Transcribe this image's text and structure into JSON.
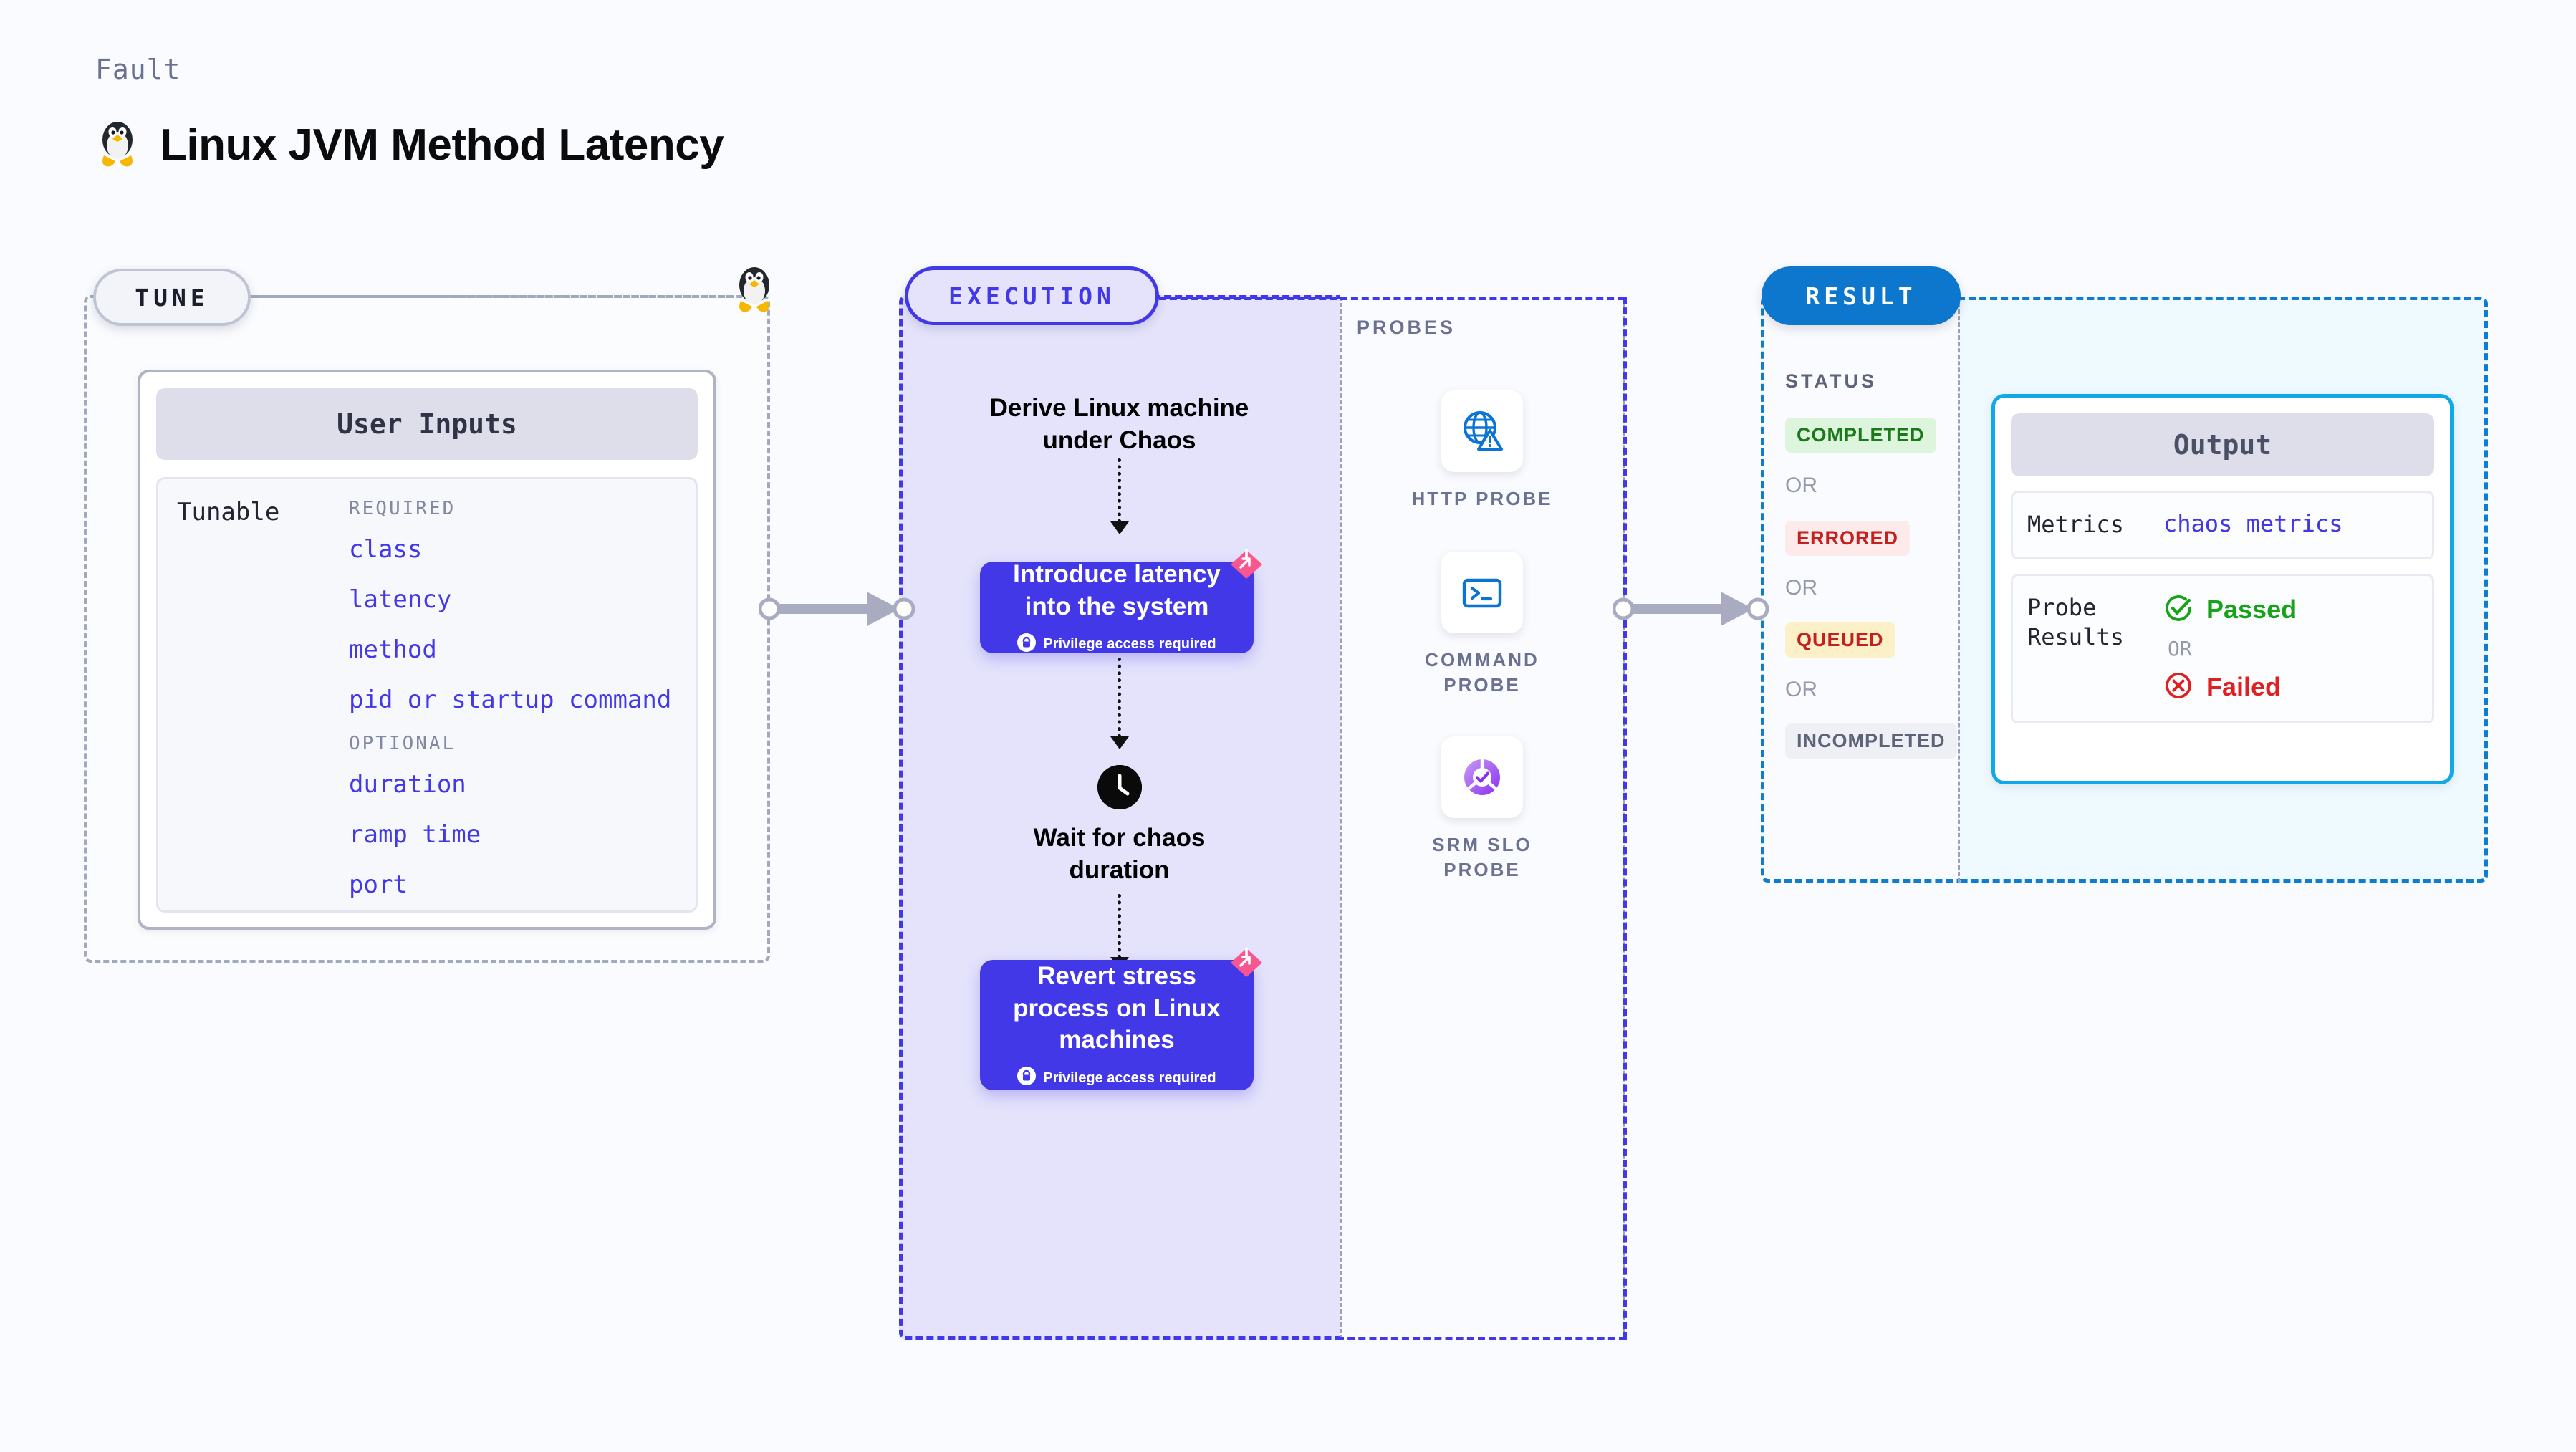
{
  "header": {
    "eyebrow": "Fault",
    "title": "Linux JVM Method Latency",
    "icon": "linux-penguin-icon"
  },
  "tune": {
    "badge": "TUNE",
    "card_title": "User Inputs",
    "tunable_label": "Tunable",
    "groups": [
      {
        "title": "REQUIRED",
        "items": [
          "class",
          "latency",
          "method",
          "pid or startup command"
        ]
      },
      {
        "title": "OPTIONAL",
        "items": [
          "duration",
          "ramp time",
          "port"
        ]
      }
    ]
  },
  "execution": {
    "badge": "EXECUTION",
    "steps": [
      {
        "kind": "text",
        "label": "Derive Linux machine\nunder Chaos"
      },
      {
        "kind": "node",
        "label": "Introduce latency\ninto the system",
        "privilege": "Privilege access required"
      },
      {
        "kind": "clock",
        "label": "Wait for chaos\nduration"
      },
      {
        "kind": "node",
        "label": "Revert stress\nprocess on Linux\nmachines",
        "privilege": "Privilege access required"
      }
    ]
  },
  "probes": {
    "title": "PROBES",
    "items": [
      {
        "name": "HTTP PROBE",
        "icon": "globe-warning-icon"
      },
      {
        "name": "COMMAND PROBE",
        "icon": "terminal-icon"
      },
      {
        "name": "SRM SLO PROBE",
        "icon": "slo-check-icon"
      }
    ]
  },
  "result": {
    "badge": "RESULT",
    "status_title": "STATUS",
    "or_label": "OR",
    "statuses": [
      {
        "label": "COMPLETED",
        "color": "#1a7a1a",
        "bg": "#ddf5dd"
      },
      {
        "label": "ERRORED",
        "color": "#c42020",
        "bg": "#fdeaea"
      },
      {
        "label": "QUEUED",
        "color": "#c42020",
        "bg": "#fcf0c8"
      },
      {
        "label": "INCOMPLETED",
        "color": "#5e6478",
        "bg": "#eef0f5"
      }
    ],
    "output": {
      "title": "Output",
      "metrics_key": "Metrics",
      "metrics_value": "chaos metrics",
      "probe_key": "Probe\nResults",
      "passed": "Passed",
      "failed": "Failed",
      "or_label": "OR"
    }
  },
  "colors": {
    "accent_purple": "#4338e8",
    "accent_blue": "#0d76cd",
    "accent_cyan": "#10a8e8",
    "pink": "#f9558f",
    "page_bg": "#fafbfe"
  }
}
